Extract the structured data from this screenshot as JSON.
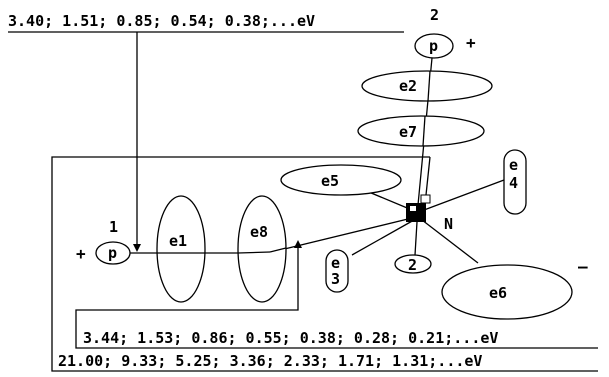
{
  "series": {
    "top": "3.40; 1.51; 0.85; 0.54; 0.38;...eV",
    "middle": "3.44; 1.53; 0.86; 0.55; 0.38; 0.28; 0.21;...eV",
    "bottom": "21.00; 9.33; 5.25; 3.36; 2.33; 1.71; 1.31;...eV"
  },
  "protons": [
    {
      "index": "1",
      "symbol": "p",
      "charge": "+"
    },
    {
      "index": "2",
      "symbol": "p",
      "charge": "+"
    }
  ],
  "electrons": {
    "e1": "e1",
    "e2": "e2",
    "e3": "e3",
    "e4": "e4",
    "e5": "e5",
    "e6": "e6",
    "e7": "e7",
    "e8": "e8",
    "two": "2"
  },
  "nucleus": {
    "label": "N"
  },
  "minus_sign": "–"
}
